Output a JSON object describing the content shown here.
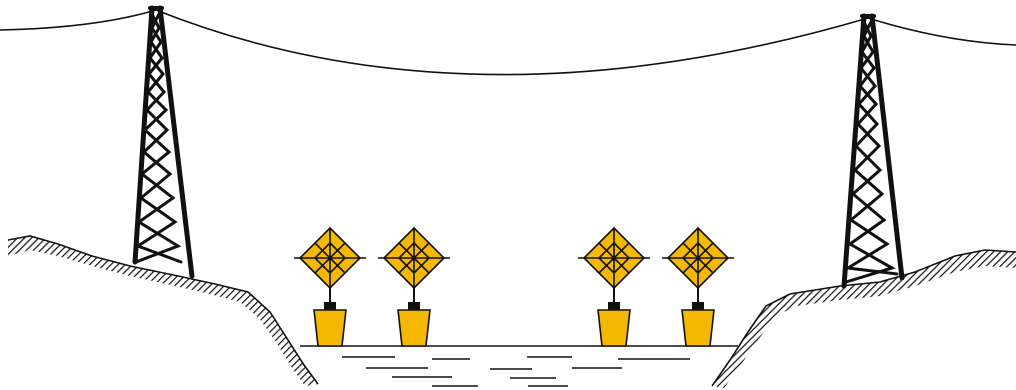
{
  "scene": {
    "subject": "overhead-line-crossing-river",
    "elements": [
      "left-tower",
      "right-tower",
      "conductor",
      "left-bank",
      "right-bank",
      "river",
      "marker-buoy"
    ],
    "marker_count": 4
  },
  "colors": {
    "background": "#ffffff",
    "line": "#111111",
    "marker_fill": "#f5b800",
    "water_line": "#111111"
  }
}
